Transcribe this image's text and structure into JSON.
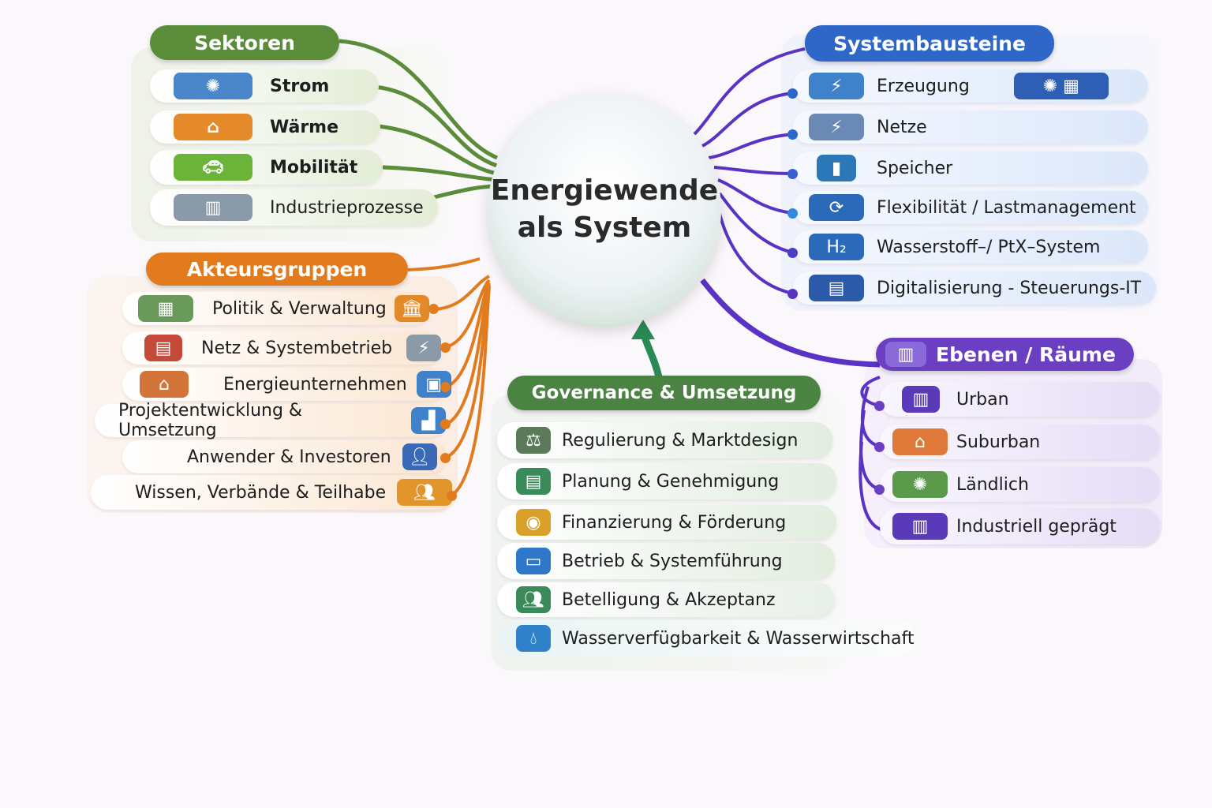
{
  "center": {
    "line1": "Energiewende",
    "line2": "als System"
  },
  "sektoren": {
    "title": "Sektoren",
    "color": "#5b8c3a",
    "items": [
      {
        "label": "Strom",
        "icon": "wind-solar-icon"
      },
      {
        "label": "Wärme",
        "icon": "house-heat-icon"
      },
      {
        "label": "Mobilität",
        "icon": "electric-car-icon"
      },
      {
        "label": "Industrieprozesse",
        "icon": "factory-icon"
      }
    ]
  },
  "akteure": {
    "title": "Akteursgruppen",
    "color": "#e27b1e",
    "items": [
      {
        "label": "Politik & Verwaltung",
        "icon": "government-icon"
      },
      {
        "label": "Netz & Systembetrieb",
        "icon": "pylon-icon"
      },
      {
        "label": "Energieunternehmen",
        "icon": "company-icon"
      },
      {
        "label": "Projektentwicklung & Umsetzung",
        "icon": "construction-icon"
      },
      {
        "label": "Anwender & Investoren",
        "icon": "investor-icon"
      },
      {
        "label": "Wissen, Verbände & Teilhabe",
        "icon": "people-icon"
      }
    ]
  },
  "system": {
    "title": "Systembausteine",
    "color": "#2f67c9",
    "items": [
      {
        "label": "Erzeugung",
        "icon": "generation-icon"
      },
      {
        "label": "Netze",
        "icon": "grid-icon"
      },
      {
        "label": "Speicher",
        "icon": "battery-icon"
      },
      {
        "label": "Flexibilität / Lastmanagement",
        "icon": "flexibility-icon"
      },
      {
        "label": "Wasserstoff–/ PtX–System",
        "icon": "hydrogen-icon"
      },
      {
        "label": "Digitalisierung - Steuerungs-IT",
        "icon": "digital-icon"
      }
    ]
  },
  "ebenen": {
    "title": "Ebenen / Räume",
    "color": "#6b3fc2",
    "items": [
      {
        "label": "Urban",
        "icon": "city-icon"
      },
      {
        "label": "Suburban",
        "icon": "suburb-icon"
      },
      {
        "label": "Ländlich",
        "icon": "rural-icon"
      },
      {
        "label": "Industriell geprägt",
        "icon": "industrial-icon"
      }
    ]
  },
  "governance": {
    "title": "Governance & Umsetzung",
    "color": "#4b8343",
    "items": [
      {
        "label": "Regulierung & Marktdesign",
        "icon": "scales-icon"
      },
      {
        "label": "Planung & Genehmigung",
        "icon": "document-icon"
      },
      {
        "label": "Finanzierung & Förderung",
        "icon": "coins-icon"
      },
      {
        "label": "Betrieb & Systemführung",
        "icon": "monitor-icon"
      },
      {
        "label": "Betelligung & Akzeptanz",
        "icon": "participation-icon"
      },
      {
        "label": "Wasserverfügbarkeit & Wasserwirtschaft",
        "icon": "water-drops-icon"
      }
    ]
  }
}
